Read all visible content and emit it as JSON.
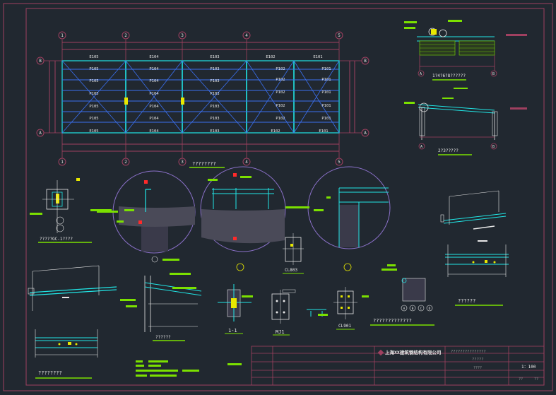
{
  "colors": {
    "background": "#212830",
    "frame": "#a04060",
    "cyan": "#21e6e6",
    "blue": "#3a6ff0",
    "white": "#e8e8e8",
    "green": "#7be000",
    "yellow": "#e8e800",
    "red": "#ff2a2a",
    "purple": "#8a70c8",
    "gray": "#9a9a9a"
  },
  "plan": {
    "axes_top": [
      "1",
      "2",
      "3",
      "4",
      "5"
    ],
    "axes_bottom": [
      "1",
      "2",
      "3",
      "4",
      "5"
    ],
    "axes_left": [
      "B",
      "A"
    ],
    "axes_right": [
      "B",
      "A"
    ],
    "top_beams": [
      "E105",
      "E104",
      "E103",
      "E102",
      "E101"
    ],
    "bottom_beams": [
      "E105",
      "E104",
      "E103",
      "E102",
      "E101"
    ],
    "rows": [
      [
        "P105",
        "P104",
        "P103",
        "P102",
        "P101"
      ],
      [
        "P105",
        "P104",
        "P103",
        "P102",
        "P101"
      ],
      [
        "P105",
        "P104",
        "P103",
        "P102",
        "P101"
      ],
      [
        "P105",
        "P104",
        "P103",
        "P102",
        "P101"
      ],
      [
        "P105",
        "P104",
        "P103",
        "P102",
        "P101"
      ]
    ],
    "caption": "????????"
  },
  "section_top": {
    "caption": "1?4?6?8??????",
    "axes": [
      "A",
      "B"
    ]
  },
  "section_mid": {
    "caption": "2?3?????",
    "axes": [
      "A",
      "B"
    ]
  },
  "detail_gc": {
    "caption": "?????GC-1????"
  },
  "detail_left": {
    "caption": "??????"
  },
  "detail_center": {
    "caption": "??????"
  },
  "detail_11": {
    "caption": "1-1"
  },
  "detail_mj": {
    "caption": "MJ1"
  },
  "detail_cl": {
    "caption": "CL901"
  },
  "detail_cl803": {
    "caption": "CL803"
  },
  "detail_bottom_left": {
    "caption": "????????"
  },
  "detail_right": {
    "caption": "??????"
  },
  "detail_right_mid": {
    "caption": "?????????????"
  },
  "right_axes": [
    "A",
    "B",
    "C",
    "D"
  ],
  "title_block": {
    "company": "上海XX建筑钢结构有限公司",
    "project": "???????????????",
    "drawing": "?????",
    "sheet": "????",
    "scale": "1：100",
    "sheet_no": "??",
    "rev": "??"
  }
}
